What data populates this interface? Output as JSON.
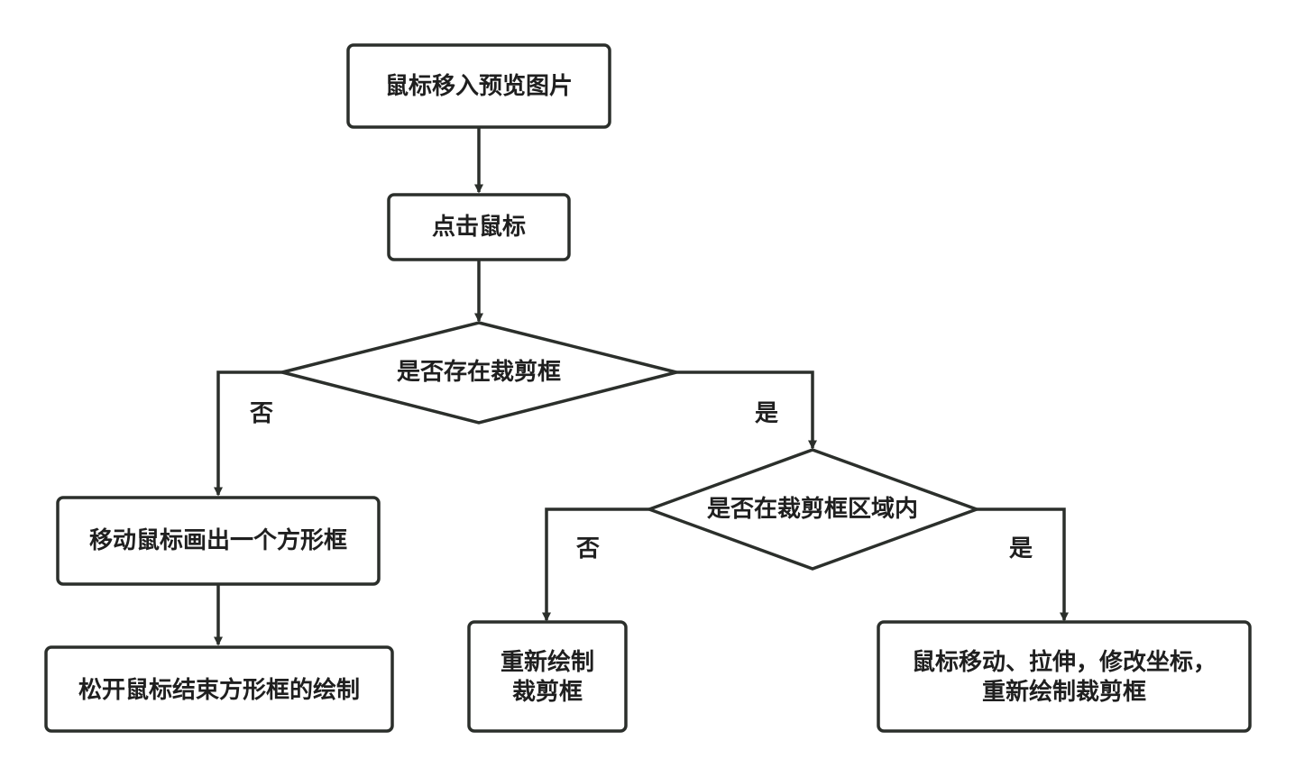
{
  "colors": {
    "stroke": "#2b2f2b",
    "text": "#1f1f1f",
    "background": "#ffffff"
  },
  "nodes": {
    "hover": "鼠标移入预览图片",
    "click": "点击鼠标",
    "decision_exists": "是否存在裁剪框",
    "draw_box": "移动鼠标画出一个方形框",
    "release": "松开鼠标结束方形框的绘制",
    "decision_inside": "是否在裁剪框区域内",
    "redraw": [
      "重新绘制",
      "裁剪框"
    ],
    "move_stretch": [
      "鼠标移动、拉伸，修改坐标，",
      "重新绘制裁剪框"
    ]
  },
  "edge_labels": {
    "exists_no": "否",
    "exists_yes": "是",
    "inside_no": "否",
    "inside_yes": "是"
  }
}
